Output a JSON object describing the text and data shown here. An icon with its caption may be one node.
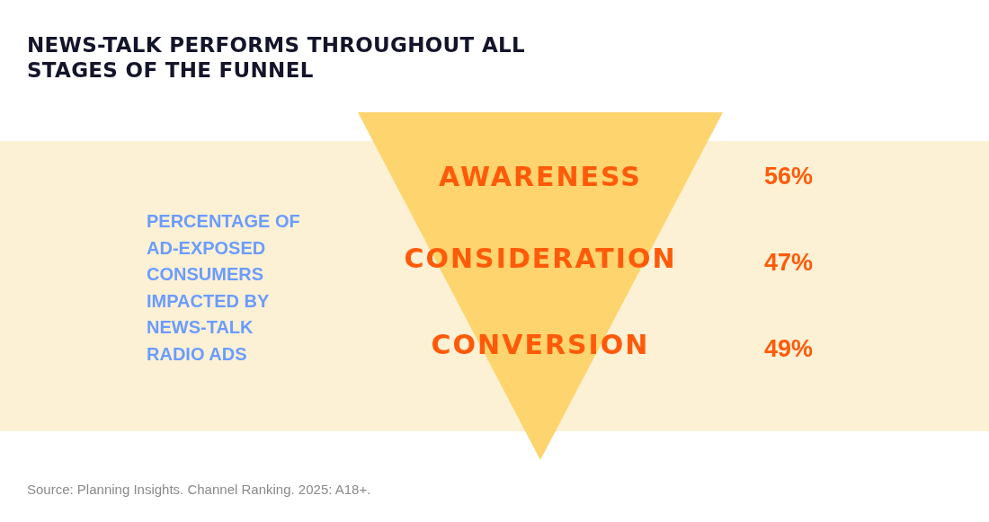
{
  "diagram": {
    "title": "NEWS-TALK PERFORMS THROUGHOUT ALL STAGES OF THE FUNNEL",
    "caption": "Source: Planning Insights. Channel Ranking. 2025: A18+.",
    "nodes": [
      {
        "text": [
          "AWARENESS",
          "CONSIDERATION",
          "CONVERSION"
        ],
        "beside": [
          "56%",
          "47%",
          "49%"
        ]
      }
    ],
    "labels": [
      "PERCENTAGE OF AD-EXPOSED CONSUMERS IMPACTED BY NEWS-TALK RADIO ADS"
    ]
  }
}
